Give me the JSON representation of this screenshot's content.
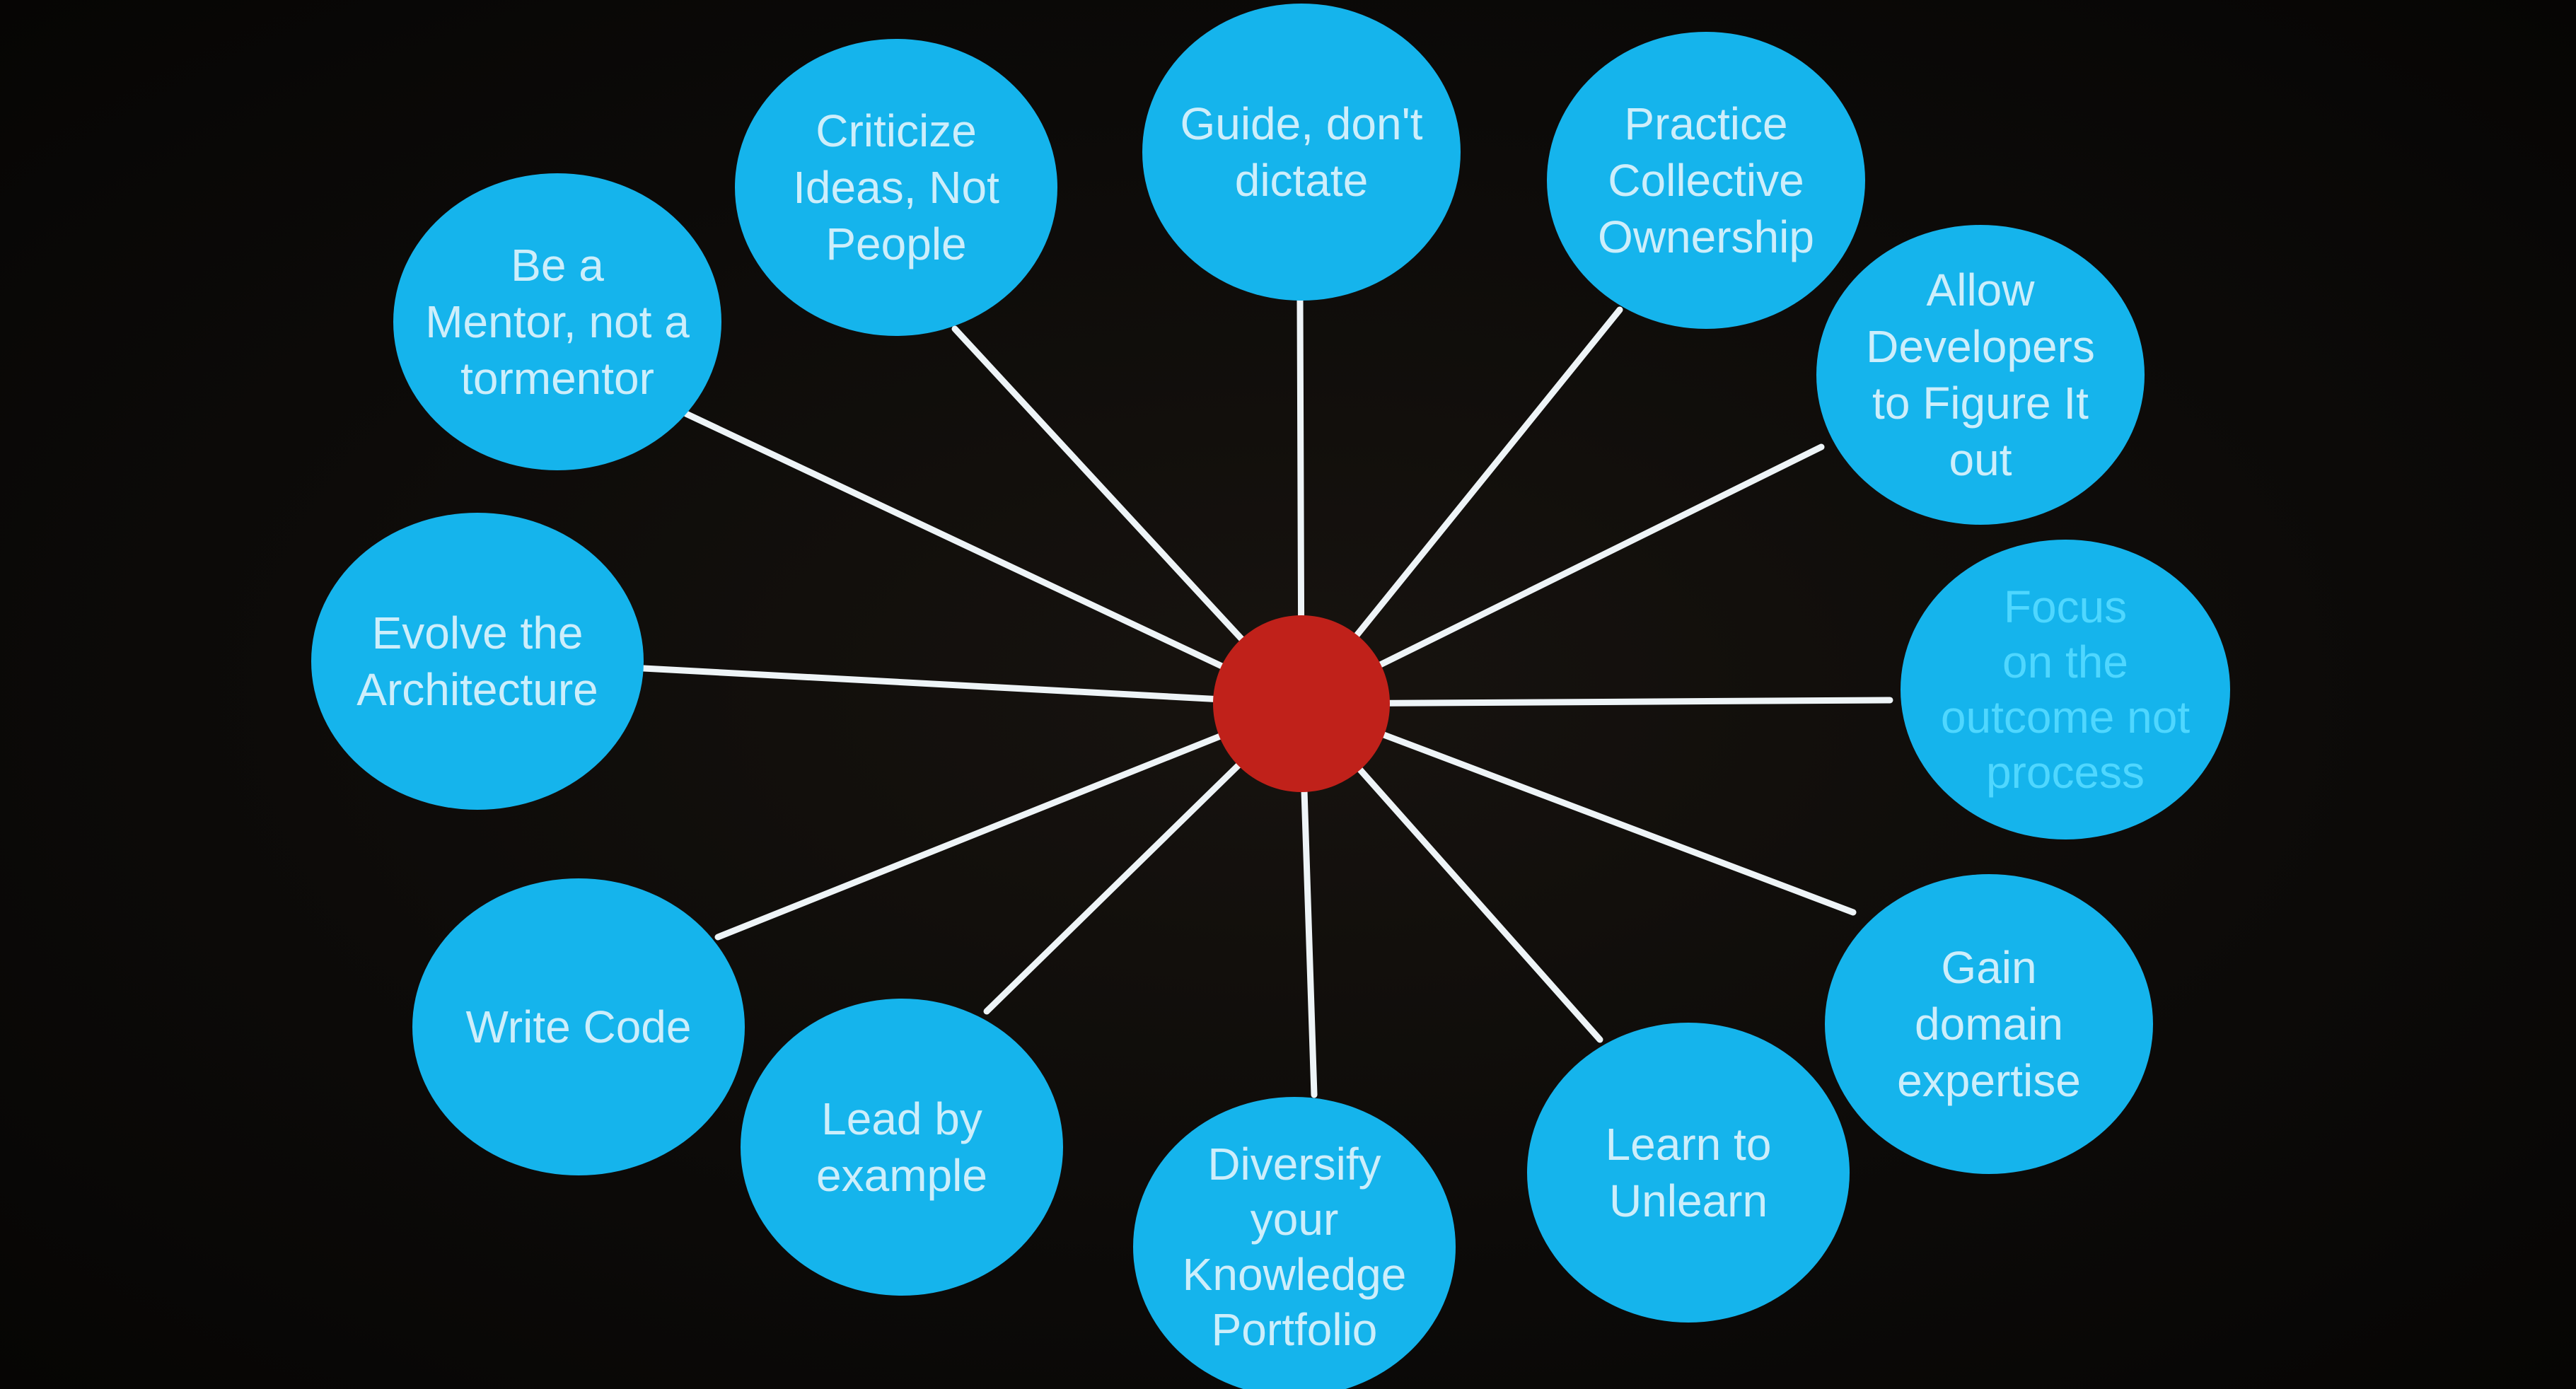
{
  "diagram": {
    "center": "",
    "nodes": [
      {
        "id": "guide",
        "lines": [
          "Guide, don't",
          "dictate"
        ]
      },
      {
        "id": "collective-ownership",
        "lines": [
          "Practice",
          "Collective",
          "Ownership"
        ]
      },
      {
        "id": "figure-it-out",
        "lines": [
          "Allow",
          "Developers",
          "to Figure It",
          "out"
        ]
      },
      {
        "id": "focus-outcome",
        "lines": [
          "Focus",
          "on the",
          "outcome not",
          "process"
        ]
      },
      {
        "id": "domain-expertise",
        "lines": [
          "Gain",
          "domain",
          "expertise"
        ]
      },
      {
        "id": "learn-to-unlearn",
        "lines": [
          "Learn to",
          "Unlearn"
        ]
      },
      {
        "id": "diversify-knowledge",
        "lines": [
          "Diversify",
          "your",
          "Knowledge",
          "Portfolio"
        ]
      },
      {
        "id": "lead-by-example",
        "lines": [
          "Lead by",
          "example"
        ]
      },
      {
        "id": "write-code",
        "lines": [
          "Write Code"
        ]
      },
      {
        "id": "evolve-architecture",
        "lines": [
          "Evolve the",
          "Architecture"
        ]
      },
      {
        "id": "mentor",
        "lines": [
          "Be a",
          "Mentor, not a",
          "tormentor"
        ]
      },
      {
        "id": "criticize-ideas",
        "lines": [
          "Criticize",
          "Ideas, Not",
          "People"
        ]
      }
    ]
  },
  "colors": {
    "background": "#0d0b09",
    "node": "#15b4ec",
    "hub": "#c0211a",
    "spoke": "#eef4f7",
    "label": "#cdeefb"
  }
}
